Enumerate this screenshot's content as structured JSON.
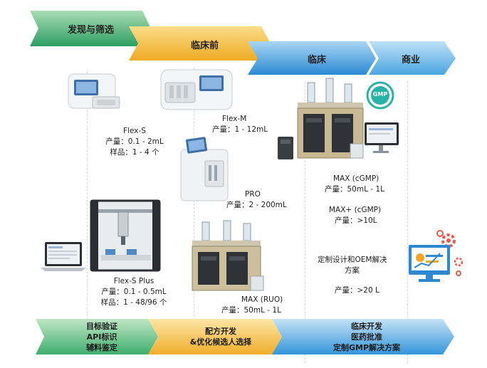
{
  "stages": [
    {
      "label": "发现与筛选",
      "color": "#2e9e62"
    },
    {
      "label": "临床前",
      "color": "#f1b42a"
    },
    {
      "label": "临床",
      "color": "#2f8fd6"
    },
    {
      "label": "商业",
      "color": "#4aa6e0"
    }
  ],
  "products": {
    "flex_s": {
      "name": "Flex-S",
      "capacity": "产量：0.1 - 2mL",
      "samples": "样品：1 - 4 个"
    },
    "flex_m": {
      "name": "Flex-M",
      "capacity": "产量：1 - 12mL"
    },
    "pro": {
      "name": "PRO",
      "capacity": "产量：2 - 200mL"
    },
    "flex_s_plus": {
      "name": "Flex-S Plus",
      "capacity": "产量：0.1 - 0.5mL",
      "samples": "样品：1 - 48/96 个"
    },
    "max_ruo": {
      "name": "MAX (RUO)",
      "capacity": "产量：50mL - 1L"
    },
    "max_cgmp": {
      "name": "MAX (cGMP)",
      "capacity": "产量：50mL - 1L"
    },
    "max_plus": {
      "name": "MAX+ (cGMP)",
      "capacity": "产量：>10L"
    },
    "custom": {
      "name_line1": "定制设计和OEM解决",
      "name_line2": "方案",
      "capacity": "产量：>20 L"
    }
  },
  "badge": {
    "text": "GMP"
  },
  "bottom": {
    "discovery": [
      "目标验证",
      "API标识",
      "辅料鉴定"
    ],
    "preclinical": [
      "配方开发",
      "&优化候选人选择"
    ],
    "clinical": [
      "临床开发",
      "医药批准",
      "定制GMP解决方案"
    ]
  }
}
